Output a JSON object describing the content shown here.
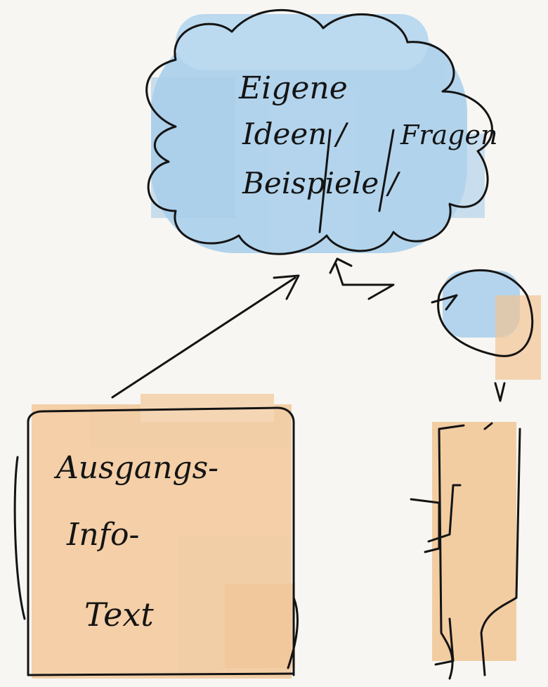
{
  "cloud": {
    "line1": "Eigene",
    "line2": "Ideen /",
    "line3": "Beispiele /",
    "line4": "Fragen"
  },
  "document": {
    "line1": "Ausgangs-",
    "line2": "Info-",
    "line3": "Text"
  },
  "colors": {
    "ink": "#141414",
    "cloud_wash": "#9cc8ea",
    "paper_wash": "#f2c594",
    "background": "#f7f6f2"
  },
  "icons": [
    "cloud-icon",
    "document-icon",
    "scroll-icon",
    "thought-bubble-icon",
    "arrow-icon"
  ]
}
